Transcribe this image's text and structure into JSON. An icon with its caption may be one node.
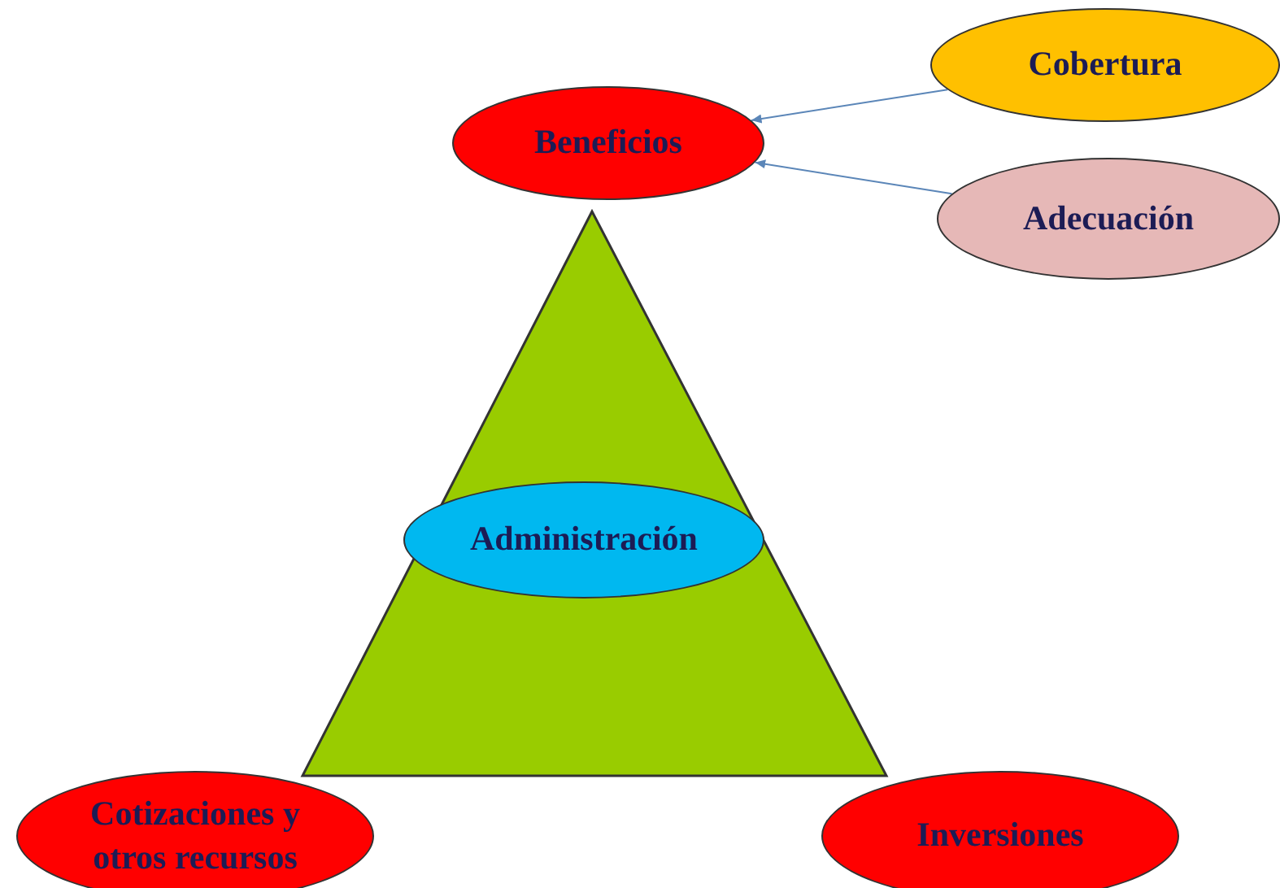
{
  "diagram": {
    "nodes": [
      {
        "text": [
          "Beneficios"
        ]
      },
      {
        "text": [
          "Cobertura"
        ]
      },
      {
        "text": [
          "Adecuación"
        ]
      },
      {
        "text": [
          "Administración"
        ]
      },
      {
        "text": [
          "Cotizaciones y otros recursos"
        ]
      },
      {
        "text": [
          "Inversiones"
        ]
      }
    ],
    "edges": [
      {
        "from": 1,
        "to": 0,
        "arrow": "to"
      },
      {
        "from": 2,
        "to": 0,
        "arrow": "to"
      }
    ]
  }
}
